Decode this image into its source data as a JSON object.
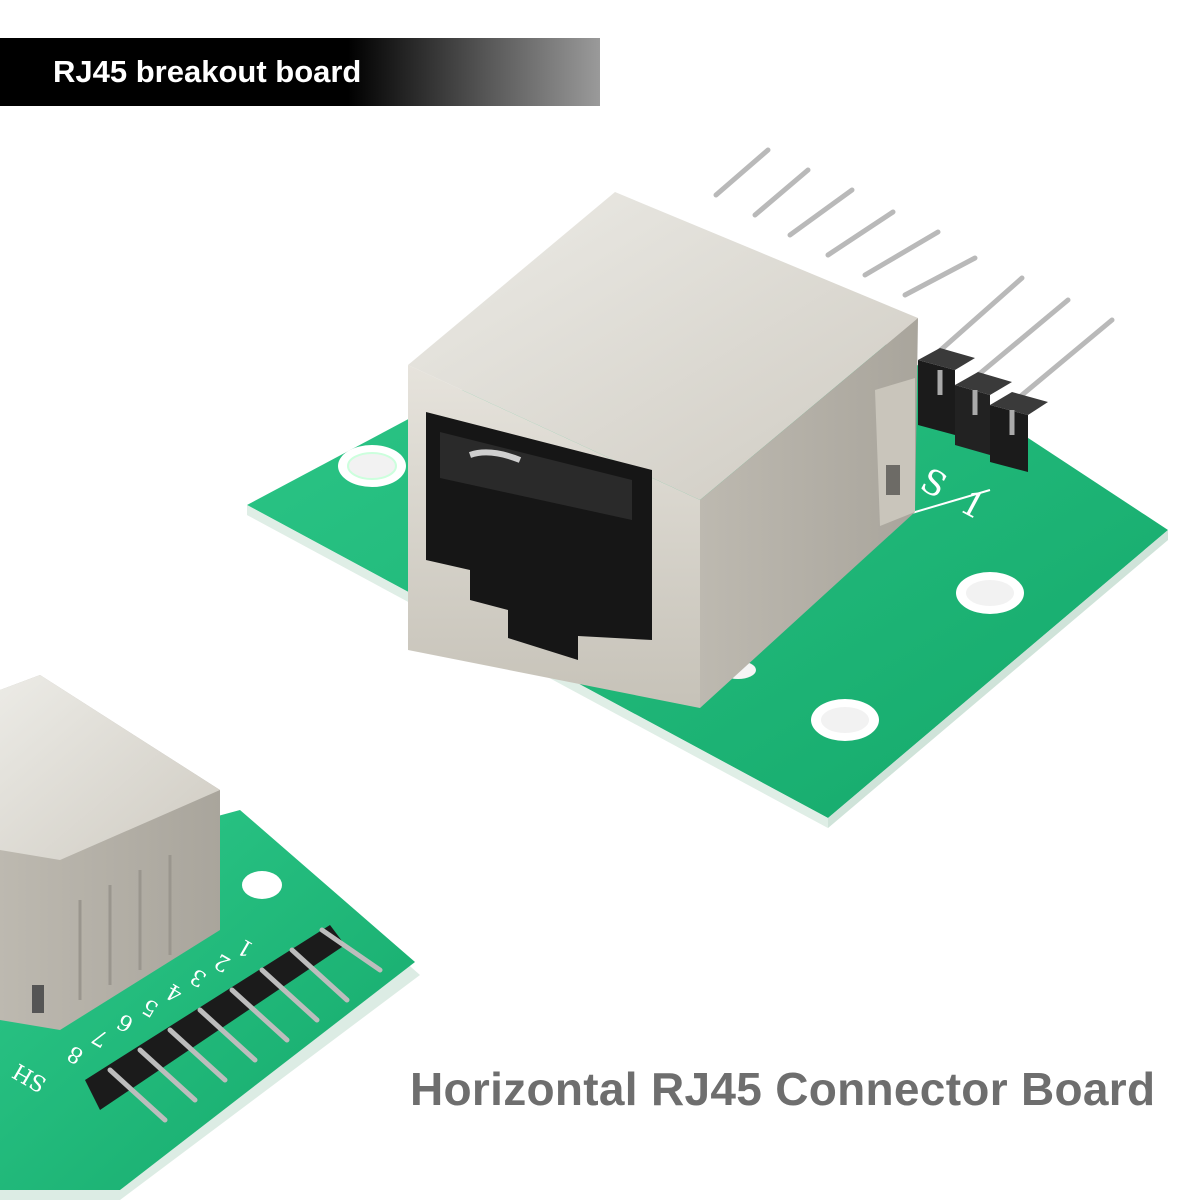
{
  "banner": {
    "title": "RJ45 breakout board"
  },
  "caption": {
    "text": "Horizontal RJ45 Connector Board"
  },
  "silkscreen": {
    "main_board": [
      "S",
      "1"
    ],
    "small_board": [
      "1",
      "2",
      "3",
      "4",
      "5",
      "6",
      "7",
      "8",
      "SH"
    ]
  },
  "colors": {
    "pcb_green": "#1fb97a",
    "metal_shield": "#d3d0c8",
    "banner_bg": "#000000",
    "caption_text": "#6e6e6e"
  }
}
